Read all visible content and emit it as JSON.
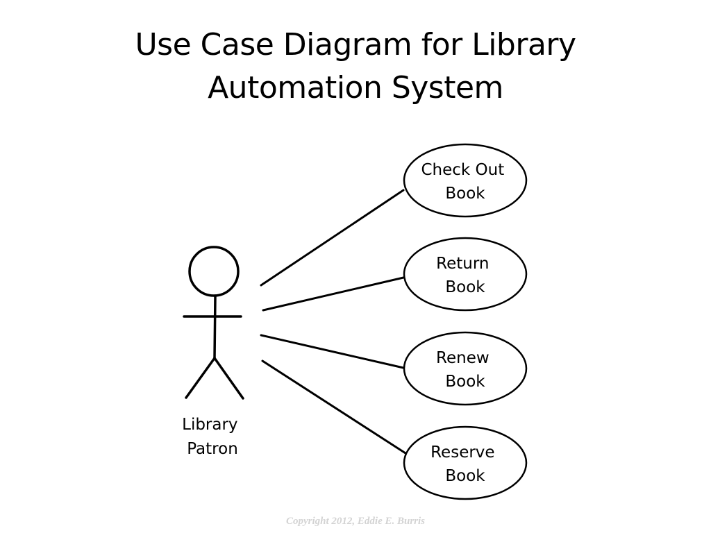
{
  "title": {
    "line1": "Use Case Diagram for Library",
    "line2": "Automation System"
  },
  "actor": {
    "icon": "stick-figure-icon",
    "label_line1": "Library",
    "label_line2": "Patron"
  },
  "use_cases": [
    {
      "line1": "Check Out",
      "line2": "Book"
    },
    {
      "line1": "Return",
      "line2": "Book"
    },
    {
      "line1": "Renew",
      "line2": "Book"
    },
    {
      "line1": "Reserve",
      "line2": "Book"
    }
  ],
  "copyright": "Copyright 2012, Eddie E. Burris",
  "colors": {
    "ink": "#000000",
    "background": "#ffffff",
    "copyright": "#d3d3d3"
  }
}
